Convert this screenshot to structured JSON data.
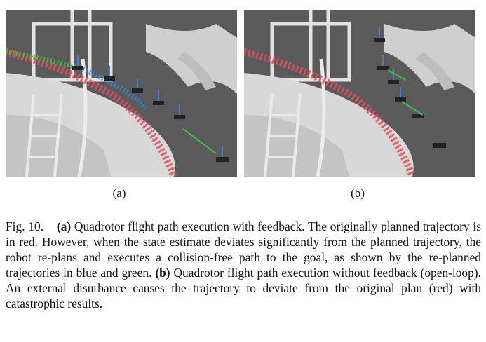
{
  "figure": {
    "panels": [
      {
        "id": "a",
        "label": "(a)"
      },
      {
        "id": "b",
        "label": "(b)"
      }
    ],
    "caption": {
      "number": "Fig. 10.",
      "part_a_tag": "(a)",
      "part_a_text": "Quadrotor flight path execution with feedback. The originally planned trajectory is in red. However, when the state estimate deviates significantly from the planned trajectory, the robot re-plans and executes a collision-free path to the goal, as shown by the re-planned trajectories in blue and green.",
      "part_b_tag": "(b)",
      "part_b_text": "Quadrotor flight path execution without feedback (open-loop). An external disurbance causes the trajectory to deviate from the original plan (red) with catastrophic results."
    },
    "colors": {
      "background": "#575757",
      "structure": "#dcdcdc",
      "planned_trajectory": "#e0505a",
      "replanned_blue": "#3c7fe0",
      "replanned_green": "#3cc43c"
    }
  }
}
